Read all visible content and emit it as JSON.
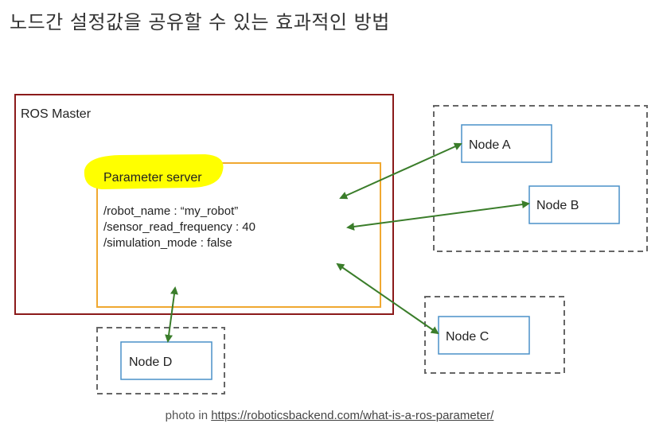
{
  "title": "노드간 설정값을 공유할 수 있는 효과적인 방법",
  "diagram": {
    "master_label": "ROS Master",
    "param_server_label": "Parameter server",
    "params": [
      "/robot_name : “my_robot”",
      "/sensor_read_frequency : 40",
      "/simulation_mode : false"
    ],
    "nodes": {
      "a": "Node A",
      "b": "Node B",
      "c": "Node C",
      "d": "Node D"
    },
    "colors": {
      "master_border": "#8b1a1a",
      "param_border": "#f0a830",
      "highlight": "#ffff00",
      "arrow": "#3a7d2a",
      "node_border": "#4a90c8",
      "dashed_border": "#666666"
    }
  },
  "caption": {
    "prefix": "photo in ",
    "link": "https://roboticsbackend.com/what-is-a-ros-parameter/"
  }
}
